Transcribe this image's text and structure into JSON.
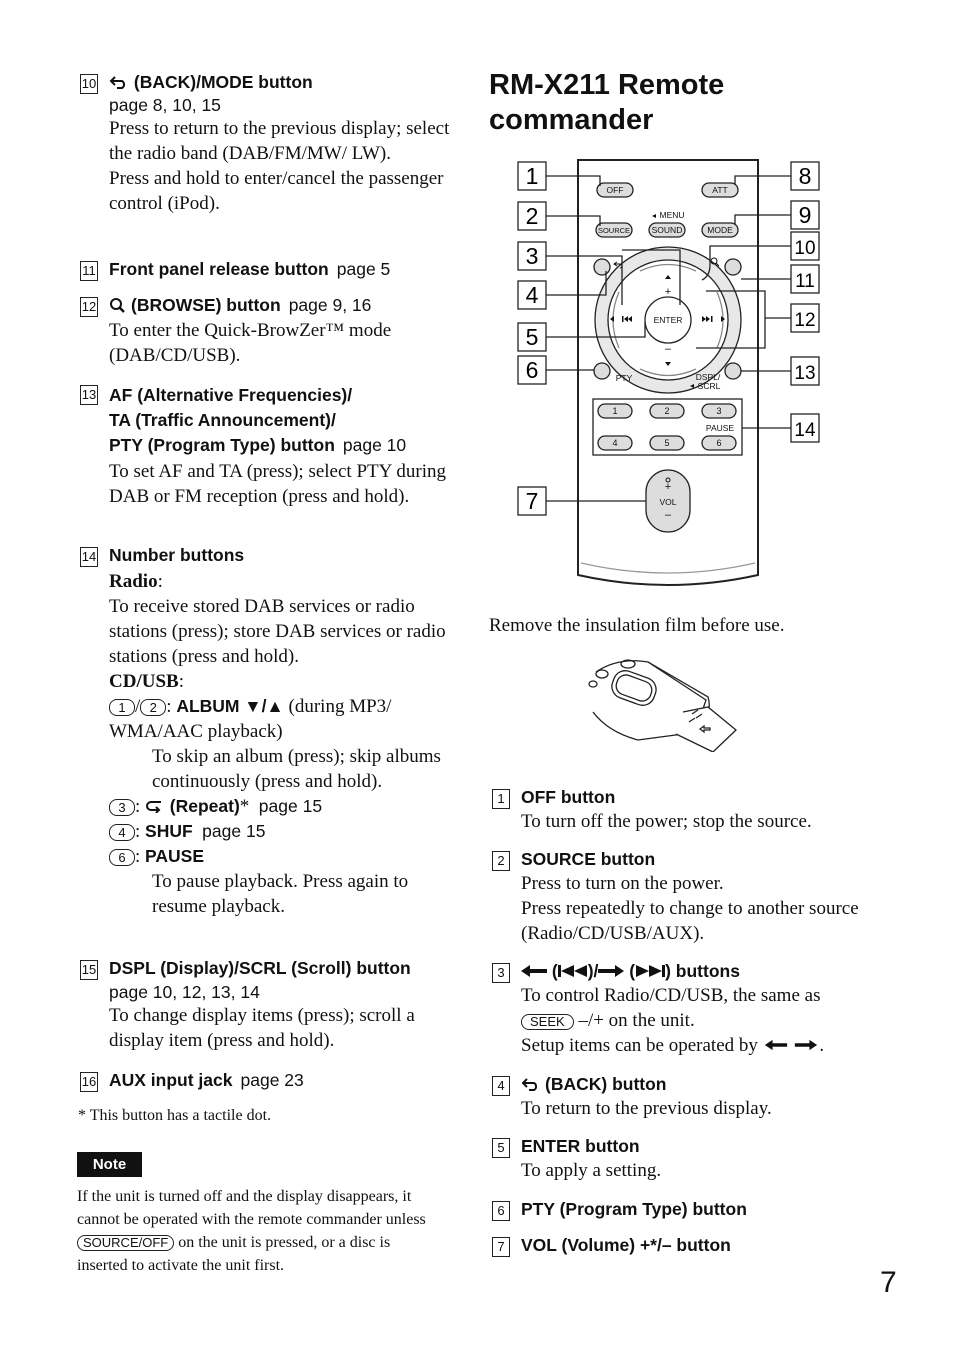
{
  "left": {
    "item10": {
      "num": "10",
      "title": "(BACK)/MODE button",
      "page": "page 8, 10, 15",
      "desc1": "Press to return to the previous display; select the radio band (DAB/FM/MW/ LW).",
      "desc2": "Press and hold to enter/cancel the passenger control (iPod)."
    },
    "item11": {
      "num": "11",
      "title": "Front panel release button",
      "page": "page 5"
    },
    "item12": {
      "num": "12",
      "title": "(BROWSE) button",
      "page": "page 9, 16",
      "desc": "To enter the Quick-BrowZer™ mode (DAB/CD/USB)."
    },
    "item13": {
      "num": "13",
      "title1": "AF (Alternative Frequencies)/",
      "title2": "TA (Traffic Announcement)/",
      "title3": "PTY (Program Type) button",
      "page": "page 10",
      "desc": "To set AF and TA (press); select PTY during DAB or FM reception (press and hold)."
    },
    "item14": {
      "num": "14",
      "title": "Number buttons",
      "radio_label": "Radio",
      "radio_desc": "To receive stored DAB services or radio stations (press); store DAB services or radio stations (press and hold).",
      "cdusb_label": "CD/USB",
      "k1": "1",
      "k2": "2",
      "album": "ALBUM",
      "album_arrows": "▼/▲",
      "album_note": "(during MP3/ WMA/AAC playback)",
      "album_desc": "To skip an album (press); skip albums continuously (press and hold).",
      "k3": "3",
      "repeat": "(Repeat)",
      "repeat_star": "*",
      "repeat_page": "page 15",
      "k4": "4",
      "shuf": "SHUF",
      "shuf_page": "page 15",
      "k6": "6",
      "pause": "PAUSE",
      "pause_desc": "To pause playback. Press again to resume playback."
    },
    "item15": {
      "num": "15",
      "title": "DSPL (Display)/SCRL (Scroll) button",
      "page": "page 10, 12, 13, 14",
      "desc": "To change display items (press); scroll a display item (press and hold)."
    },
    "item16": {
      "num": "16",
      "title": "AUX input jack",
      "page": "page 23"
    },
    "footnote": "*  This button has a tactile dot.",
    "note_label": "Note",
    "note_a": "If the unit is turned off and the display disappears, it cannot be operated with the remote commander unless",
    "note_key": "SOURCE/OFF",
    "note_b": "on the unit is pressed, or a disc is inserted to activate the unit first."
  },
  "right": {
    "heading1": "RM-X211 Remote",
    "heading2": "commander",
    "remote": {
      "callouts_left": [
        "1",
        "2",
        "3",
        "4",
        "5",
        "6",
        "7"
      ],
      "callouts_right": [
        "8",
        "9",
        "10",
        "11",
        "12",
        "13",
        "14"
      ],
      "btn_off": "OFF",
      "btn_att": "ATT",
      "btn_source": "SOURCE",
      "btn_sound": "SOUND",
      "btn_mode": "MODE",
      "menu": "MENU",
      "enter": "ENTER",
      "plus": "+",
      "minus": "–",
      "pty": "PTY",
      "dspl": "DSPL/",
      "scrl": "SCRL",
      "keys": [
        "1",
        "2",
        "3",
        "4",
        "5",
        "6"
      ],
      "pause": "PAUSE",
      "vol": "VOL",
      "vol_plus": "+",
      "vol_minus": "–"
    },
    "insulation": "Remove the insulation film before use.",
    "item1": {
      "num": "1",
      "title": "OFF button",
      "desc": "To turn off the power; stop the source."
    },
    "item2": {
      "num": "2",
      "title": "SOURCE button",
      "desc1": "Press to turn on the power.",
      "desc2": "Press repeatedly to change to another source (Radio/CD/USB/AUX)."
    },
    "item3": {
      "num": "3",
      "title": ") buttons",
      "desc_a": "To control Radio/CD/USB, the same as",
      "seek": "SEEK",
      "desc_b": "–/+ on the unit.",
      "desc_c": "Setup items can be operated by"
    },
    "item4": {
      "num": "4",
      "title": "(BACK) button",
      "desc": "To return to the previous display."
    },
    "item5": {
      "num": "5",
      "title": "ENTER button",
      "desc": "To apply a setting."
    },
    "item6": {
      "num": "6",
      "title": "PTY (Program Type) button"
    },
    "item7": {
      "num": "7",
      "title": "VOL (Volume) +*/– button"
    }
  },
  "page_number": "7"
}
